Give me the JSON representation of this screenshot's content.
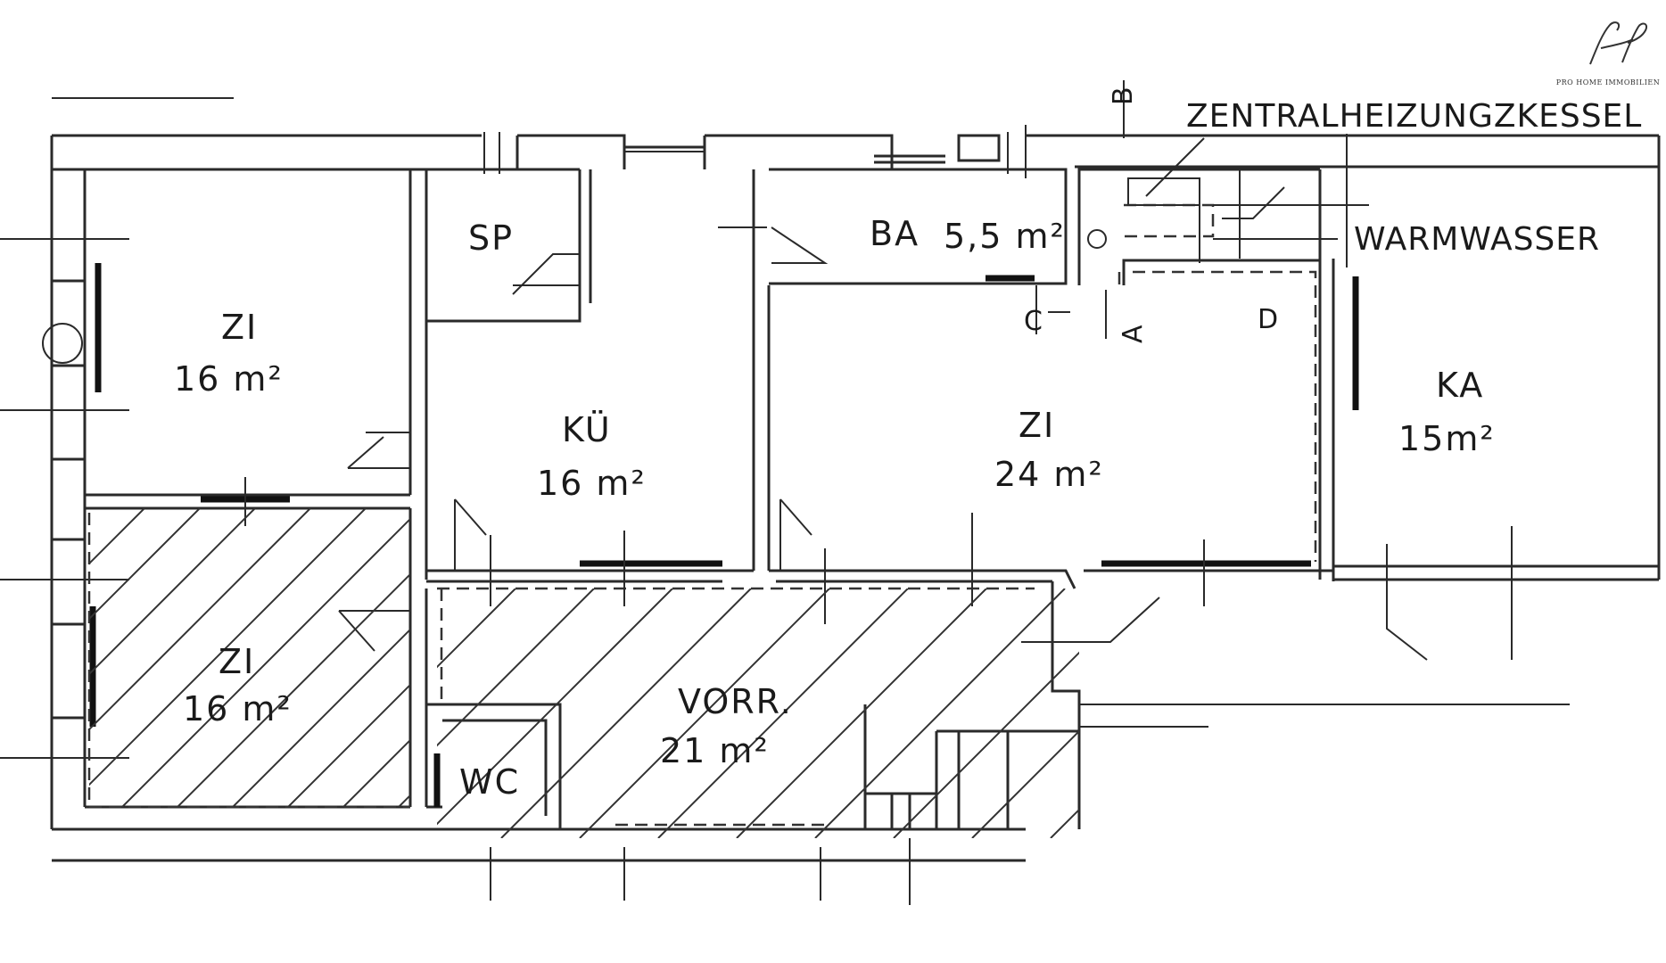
{
  "logo": {
    "monogram": "HP",
    "brand": "PRO HOME IMMOBILIEN"
  },
  "rooms": [
    {
      "key": "zi_top_left",
      "name": "ZI",
      "area": "16 m²"
    },
    {
      "key": "sp",
      "name": "SP",
      "area": ""
    },
    {
      "key": "kue",
      "name": "KÜ",
      "area": "16 m²"
    },
    {
      "key": "ba",
      "name": "BA",
      "area": "5,5 m²"
    },
    {
      "key": "zi_center",
      "name": "ZI",
      "area": "24 m²"
    },
    {
      "key": "ka",
      "name": "KA",
      "area": "15m²"
    },
    {
      "key": "zi_bottom_left",
      "name": "ZI",
      "area": "16 m²"
    },
    {
      "key": "wc",
      "name": "WC",
      "area": ""
    },
    {
      "key": "vorr",
      "name": "VORR.",
      "area": "21 m²"
    }
  ],
  "annotations": {
    "boiler": "ZENTRALHEIZUNGZKESSEL",
    "warm_water": "WARMWASSER",
    "section_a": "A",
    "section_b": "B",
    "section_c": "C",
    "section_d": "D"
  },
  "colors": {
    "line": "#2a2a2a",
    "background": "#ffffff"
  }
}
